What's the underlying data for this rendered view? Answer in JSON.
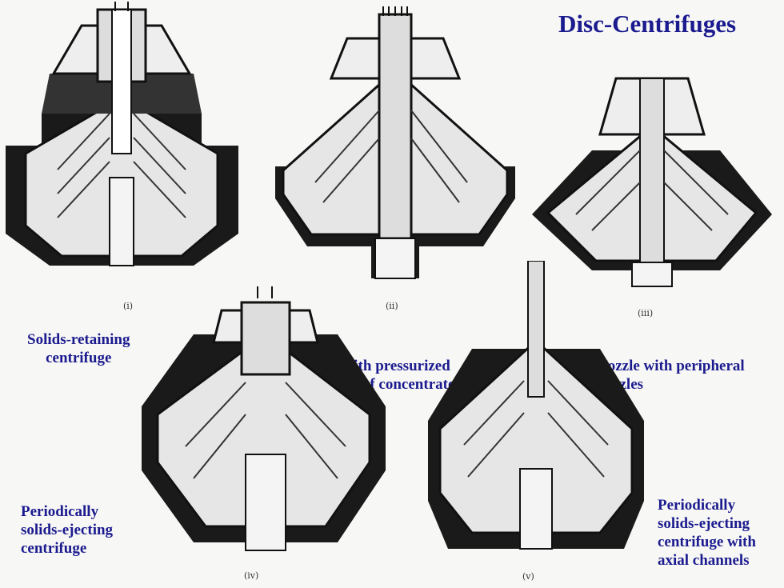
{
  "title": "Disc-Centrifuges",
  "figures": [
    {
      "roman": "(i)",
      "label_lines": [
        "Solids-retaining",
        "centrifuge"
      ]
    },
    {
      "roman": "(ii)",
      "label_lines": [
        "Nozzle  with pressurized",
        "discharge of concentrate"
      ]
    },
    {
      "roman": "(iii)",
      "label_lines": [
        "Nozzle  with peripheral",
        "nozzles"
      ]
    },
    {
      "roman": "(iv)",
      "label_lines": [
        "Periodically",
        "solids-ejecting",
        "centrifuge"
      ]
    },
    {
      "roman": "(v)",
      "label_lines": [
        "Periodically",
        "solids-ejecting",
        "centrifuge with",
        "axial channels"
      ]
    }
  ],
  "colors": {
    "title": "#1b1b8f",
    "label": "#1b1b8f",
    "housing": "#1a1a1a",
    "disc_fill": "#e6e6e6"
  }
}
